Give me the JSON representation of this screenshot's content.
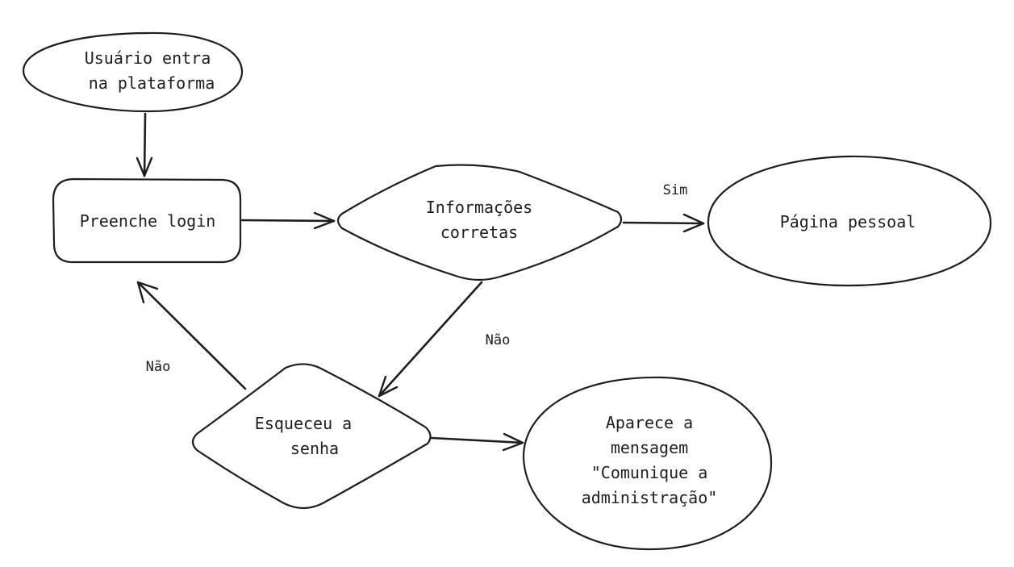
{
  "diagram": {
    "nodes": {
      "start": {
        "line1": "Usuário entra",
        "line2": "na plataforma"
      },
      "login": {
        "label": "Preenche login"
      },
      "check": {
        "line1": "Informações",
        "line2": "corretas"
      },
      "personal": {
        "label": "Página pessoal"
      },
      "forgot": {
        "line1": "Esqueceu a",
        "line2": "senha"
      },
      "message": {
        "line1": "Aparece a",
        "line2": "mensagem",
        "line3": "\"Comunique a",
        "line4": "administração\""
      }
    },
    "edges": {
      "check_to_personal": {
        "label": "Sim"
      },
      "check_to_forgot": {
        "label": "Não"
      },
      "forgot_to_login": {
        "label": "Não"
      }
    }
  }
}
